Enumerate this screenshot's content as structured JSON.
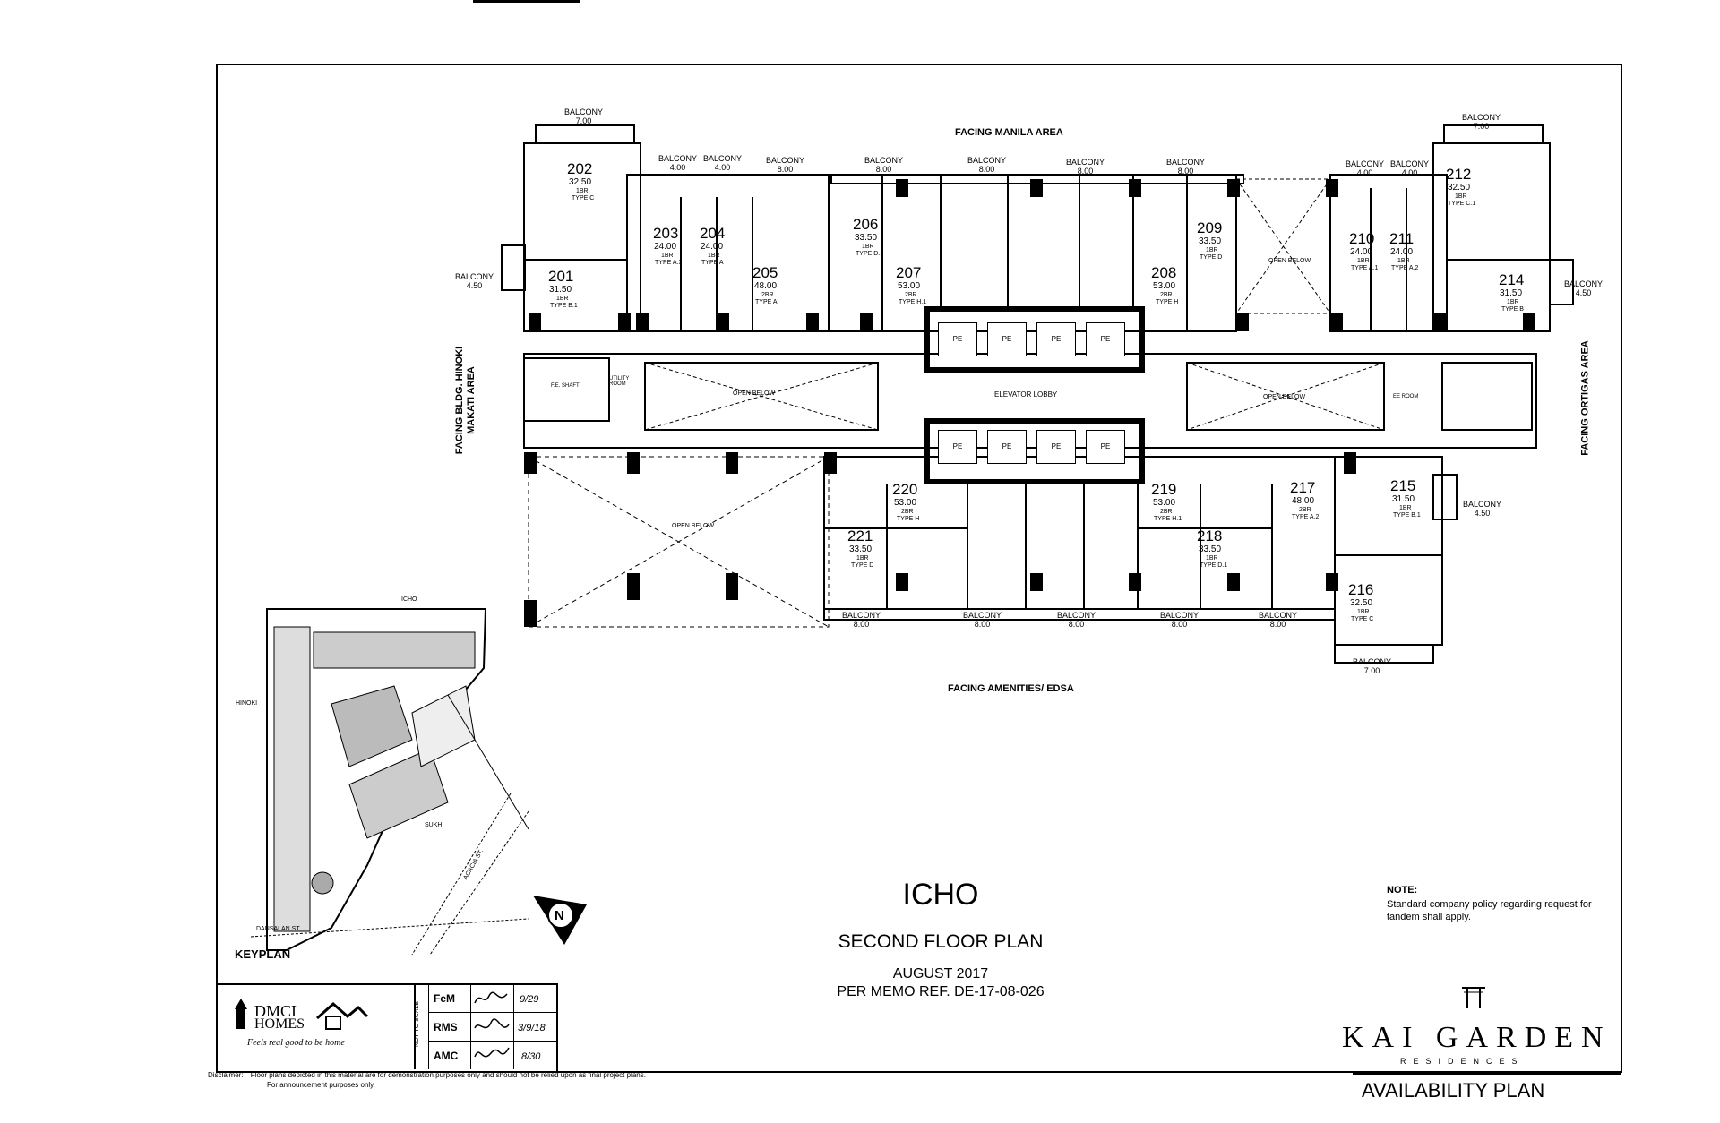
{
  "header": {
    "facing_top": "FACING MANILA AREA",
    "facing_bottom": "FACING AMENITIES/ EDSA",
    "facing_left": "FACING BLDG. HINOKI\nMAKATI AREA",
    "facing_right": "FACING ORTIGAS AREA"
  },
  "plan": {
    "elevator_lobby": "ELEVATOR LOBBY",
    "open_below": "OPEN BELOW",
    "pe": "PE",
    "utility_room": "UTILITY ROOM",
    "ee_room": "EE ROOM",
    "fire_escape": "F.E. SHAFT"
  },
  "units": [
    {
      "no": "202",
      "area": "32.50",
      "br": "1BR",
      "type": "TYPE C"
    },
    {
      "no": "201",
      "area": "31.50",
      "br": "1BR",
      "type": "TYPE B.1"
    },
    {
      "no": "203",
      "area": "24.00",
      "br": "1BR",
      "type": "TYPE A.3"
    },
    {
      "no": "204",
      "area": "24.00",
      "br": "1BR",
      "type": "TYPE A"
    },
    {
      "no": "205",
      "area": "48.00",
      "br": "2BR",
      "type": "TYPE A"
    },
    {
      "no": "206",
      "area": "33.50",
      "br": "1BR",
      "type": "TYPE D.1"
    },
    {
      "no": "207",
      "area": "53.00",
      "br": "2BR",
      "type": "TYPE H.1"
    },
    {
      "no": "208",
      "area": "53.00",
      "br": "2BR",
      "type": "TYPE H"
    },
    {
      "no": "209",
      "area": "33.50",
      "br": "1BR",
      "type": "TYPE D"
    },
    {
      "no": "210",
      "area": "24.00",
      "br": "1BR",
      "type": "TYPE A.1"
    },
    {
      "no": "211",
      "area": "24.00",
      "br": "1BR",
      "type": "TYPE A.2"
    },
    {
      "no": "212",
      "area": "32.50",
      "br": "1BR",
      "type": "TYPE C.1"
    },
    {
      "no": "214",
      "area": "31.50",
      "br": "1BR",
      "type": "TYPE B"
    },
    {
      "no": "215",
      "area": "31.50",
      "br": "1BR",
      "type": "TYPE B.1"
    },
    {
      "no": "216",
      "area": "32.50",
      "br": "1BR",
      "type": "TYPE C"
    },
    {
      "no": "217",
      "area": "48.00",
      "br": "2BR",
      "type": "TYPE A.2"
    },
    {
      "no": "218",
      "area": "33.50",
      "br": "1BR",
      "type": "TYPE D.1"
    },
    {
      "no": "219",
      "area": "53.00",
      "br": "2BR",
      "type": "TYPE H.1"
    },
    {
      "no": "220",
      "area": "53.00",
      "br": "2BR",
      "type": "TYPE H"
    },
    {
      "no": "221",
      "area": "33.50",
      "br": "1BR",
      "type": "TYPE D"
    }
  ],
  "balconies": [
    {
      "label": "BALCONY",
      "size": "7.00"
    },
    {
      "label": "BALCONY",
      "size": "4.00"
    },
    {
      "label": "BALCONY",
      "size": "4.00"
    },
    {
      "label": "BALCONY",
      "size": "8.00"
    },
    {
      "label": "BALCONY",
      "size": "8.00"
    },
    {
      "label": "BALCONY",
      "size": "8.00"
    },
    {
      "label": "BALCONY",
      "size": "8.00"
    },
    {
      "label": "BALCONY",
      "size": "8.00"
    },
    {
      "label": "BALCONY",
      "size": "4.00"
    },
    {
      "label": "BALCONY",
      "size": "4.00"
    },
    {
      "label": "BALCONY",
      "size": "7.00"
    },
    {
      "label": "BALCONY",
      "size": "4.50"
    },
    {
      "label": "BALCONY",
      "size": "4.50"
    },
    {
      "label": "BALCONY",
      "size": "4.50"
    },
    {
      "label": "BALCONY",
      "size": "8.00"
    },
    {
      "label": "BALCONY",
      "size": "8.00"
    },
    {
      "label": "BALCONY",
      "size": "8.00"
    },
    {
      "label": "BALCONY",
      "size": "8.00"
    },
    {
      "label": "BALCONY",
      "size": "8.00"
    },
    {
      "label": "BALCONY",
      "size": "7.00"
    }
  ],
  "keyplan": {
    "label": "KEYPLAN",
    "icho": "ICHO",
    "hinoki": "HINOKI",
    "sukh": "SUKH",
    "street1": "DANSALAN ST.",
    "street2": "ACACIA ST.",
    "north": "N"
  },
  "title": {
    "building": "ICHO",
    "plan": "SECOND FLOOR PLAN",
    "date": "AUGUST 2017",
    "memo": "PER MEMO REF. DE-17-08-026"
  },
  "note": {
    "heading": "NOTE:",
    "text": "Standard company policy regarding request for tandem shall apply."
  },
  "titleblock": {
    "logo_top": "DMCI",
    "logo_bottom": "HOMES",
    "tagline": "Feels real good to be home",
    "not_scale": "NOT TO SCALE",
    "rows": [
      {
        "init": "FeM",
        "date": "9/29"
      },
      {
        "init": "RMS",
        "date": "3/9/18"
      },
      {
        "init": "AMC",
        "date": "8/30"
      }
    ]
  },
  "brand": {
    "name": "KAI GARDEN",
    "sub": "RESIDENCES",
    "avail": "AVAILABILITY PLAN"
  },
  "disclaimer": {
    "label": "Disclaimer:",
    "line1": "Floor plans depicted in this material are for demonstration purposes only and should not be relied upon as final project plans.",
    "line2": "For announcement purposes only."
  }
}
